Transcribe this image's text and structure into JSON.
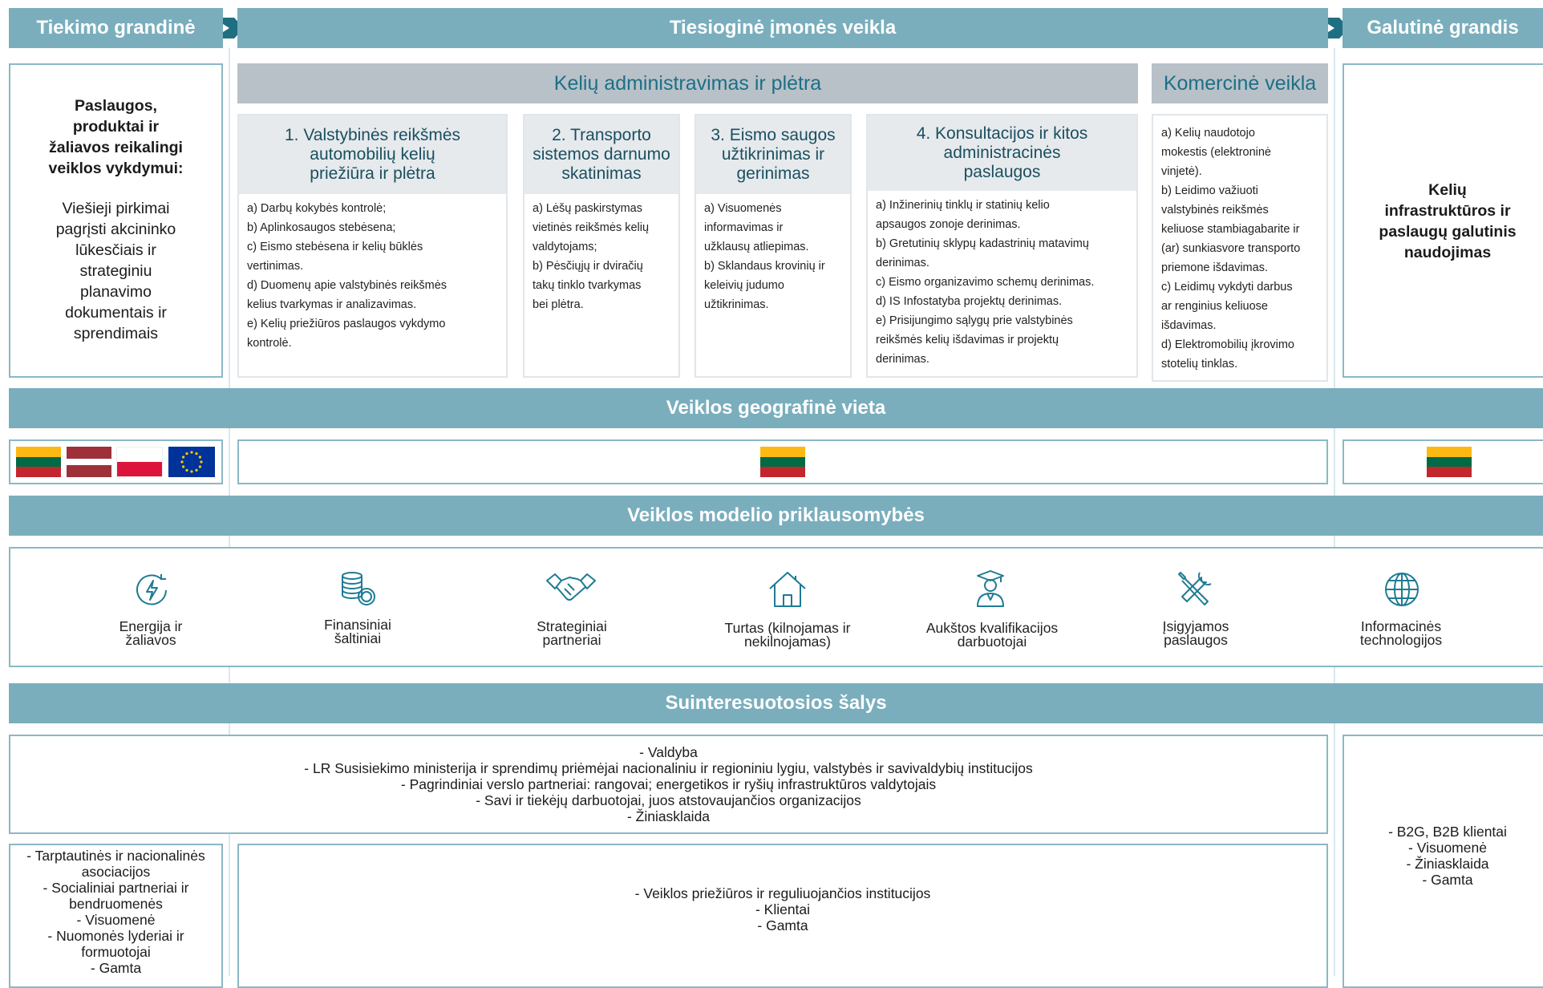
{
  "header": {
    "left": "Tiekimo grandinė",
    "center": "Tiesioginė įmonės veikla",
    "right": "Galutinė grandis"
  },
  "supply": {
    "bold_lines": [
      "Paslaugos,",
      "produktai ir",
      "žaliavos reikalingi",
      "veiklos vykdymui:"
    ],
    "text_lines": [
      "Viešieji pirkimai",
      "pagrįsti akcininko",
      "lūkesčiais ir",
      "strateginiu",
      "planavimo",
      "dokumentais ir",
      "sprendimais"
    ]
  },
  "admin_header": "Kelių administravimas ir plėtra",
  "commercial_header": "Komercinė veikla",
  "columns": [
    {
      "title_lines": [
        "1. Valstybinės reikšmės",
        "automobilių kelių",
        "priežiūra ir plėtra"
      ],
      "items": [
        "a) Darbų kokybės kontrolė;",
        "b) Aplinkosaugos stebėsena;",
        "c) Eismo stebėsena ir kelių būklės",
        "vertinimas.",
        "d) Duomenų apie valstybinės reikšmės",
        "kelius tvarkymas ir analizavimas.",
        "e) Kelių priežiūros paslaugos vykdymo",
        "kontrolė."
      ]
    },
    {
      "title_lines": [
        "2. Transporto",
        "sistemos darnumo",
        "skatinimas"
      ],
      "items": [
        "a) Lėšų paskirstymas",
        "vietinės reikšmės kelių",
        "valdytojams;",
        "b) Pėsčiųjų ir dviračių",
        "takų tinklo tvarkymas",
        "bei plėtra."
      ]
    },
    {
      "title_lines": [
        "3. Eismo saugos",
        "užtikrinimas ir",
        "gerinimas"
      ],
      "items": [
        "a) Visuomenės",
        "informavimas ir",
        "užklausų atliepimas.",
        "b) Sklandaus krovinių ir",
        "keleivių judumo",
        "užtikrinimas."
      ]
    },
    {
      "title_lines": [
        "4. Konsultacijos ir kitos",
        "administracinės",
        "paslaugos"
      ],
      "items": [
        "a) Inžinerinių tinklų ir statinių kelio",
        "apsaugos zonoje derinimas.",
        "b) Gretutinių sklypų kadastrinių matavimų",
        "derinimas.",
        "c) Eismo organizavimo schemų derinimas.",
        "d) IS Infostatyba projektų derinimas.",
        "e) Prisijungimo sąlygų prie valstybinės",
        "reikšmės kelių išdavimas ir projektų",
        "derinimas."
      ]
    },
    {
      "title_lines": [],
      "items": [
        "a) Kelių naudotojo",
        "mokestis (elektroninė",
        "vinjetė).",
        "b) Leidimo važiuoti",
        "valstybinės reikšmės",
        "keliuose stambiagabarite ir",
        "(ar) sunkiasvore transporto",
        "priemone išdavimas.",
        "c) Leidimų vykdyti darbus",
        "ar renginius keliuose",
        "išdavimas.",
        "d) Elektromobilių įkrovimo",
        "stotelių tinklas."
      ]
    }
  ],
  "final": {
    "bold_lines": [
      "Kelių",
      "infrastruktūros ir",
      "paslaugų galutinis",
      "naudojimas"
    ]
  },
  "geo": {
    "title": "Veiklos geografinė vieta",
    "flags_left": [
      "lithuania-flag",
      "latvia-flag",
      "poland-flag",
      "eu-flag"
    ],
    "flag_center": "lithuania-flag",
    "flag_right": "lithuania-flag",
    "colors": {
      "lt": [
        "#fdb913",
        "#006a44",
        "#c1272d"
      ],
      "lv": [
        "#9e3039",
        "#ffffff",
        "#9e3039"
      ],
      "pl": [
        "#ffffff",
        "#dc143c"
      ],
      "eu": [
        "#003399",
        "#ffcc00"
      ]
    }
  },
  "dependencies": {
    "title": "Veiklos modelio priklausomybės",
    "items": [
      {
        "icon": "energy-icon",
        "label_lines": [
          "Energija ir",
          "žaliavos"
        ]
      },
      {
        "icon": "coins-icon",
        "label_lines": [
          "Finansiniai",
          "šaltiniai"
        ]
      },
      {
        "icon": "handshake-icon",
        "label_lines": [
          "Strateginiai",
          "partneriai"
        ]
      },
      {
        "icon": "house-icon",
        "label_lines": [
          "Turtas (kilnojamas ir",
          "nekilnojamas)"
        ]
      },
      {
        "icon": "graduate-icon",
        "label_lines": [
          "Aukštos kvalifikacijos",
          "darbuotojai"
        ]
      },
      {
        "icon": "tools-icon",
        "label_lines": [
          "Įsigyjamos",
          "paslaugos"
        ]
      },
      {
        "icon": "globe-icon",
        "label_lines": [
          "Informacinės",
          "technologijos"
        ]
      }
    ]
  },
  "stakeholders": {
    "title": "Suinteresuotosios šalys",
    "center_top": [
      "- Valdyba",
      "- LR Susisiekimo ministerija ir sprendimų priėmėjai nacionaliniu ir regioniniu lygiu, valstybės ir savivaldybių institucijos",
      "- Pagrindiniai verslo partneriai: rangovai; energetikos ir ryšių infrastruktūros valdytojais",
      "- Savi ir tiekėjų darbuotojai, juos atstovaujančios organizacijos",
      "- Žiniasklaida"
    ],
    "left": [
      "- Tarptautinės ir nacionalinės",
      "asociacijos",
      "- Socialiniai partneriai ir",
      "bendruomenės",
      "- Visuomenė",
      "- Nuomonės lyderiai ir",
      "formuotojai",
      "- Gamta"
    ],
    "center_bottom": [
      "- Veiklos priežiūros ir reguliuojančios institucijos",
      "- Klientai",
      "- Gamta"
    ],
    "right": [
      "- B2G, B2B klientai",
      "- Visuomenė",
      "- Žiniasklaida",
      "- Gamta"
    ]
  }
}
